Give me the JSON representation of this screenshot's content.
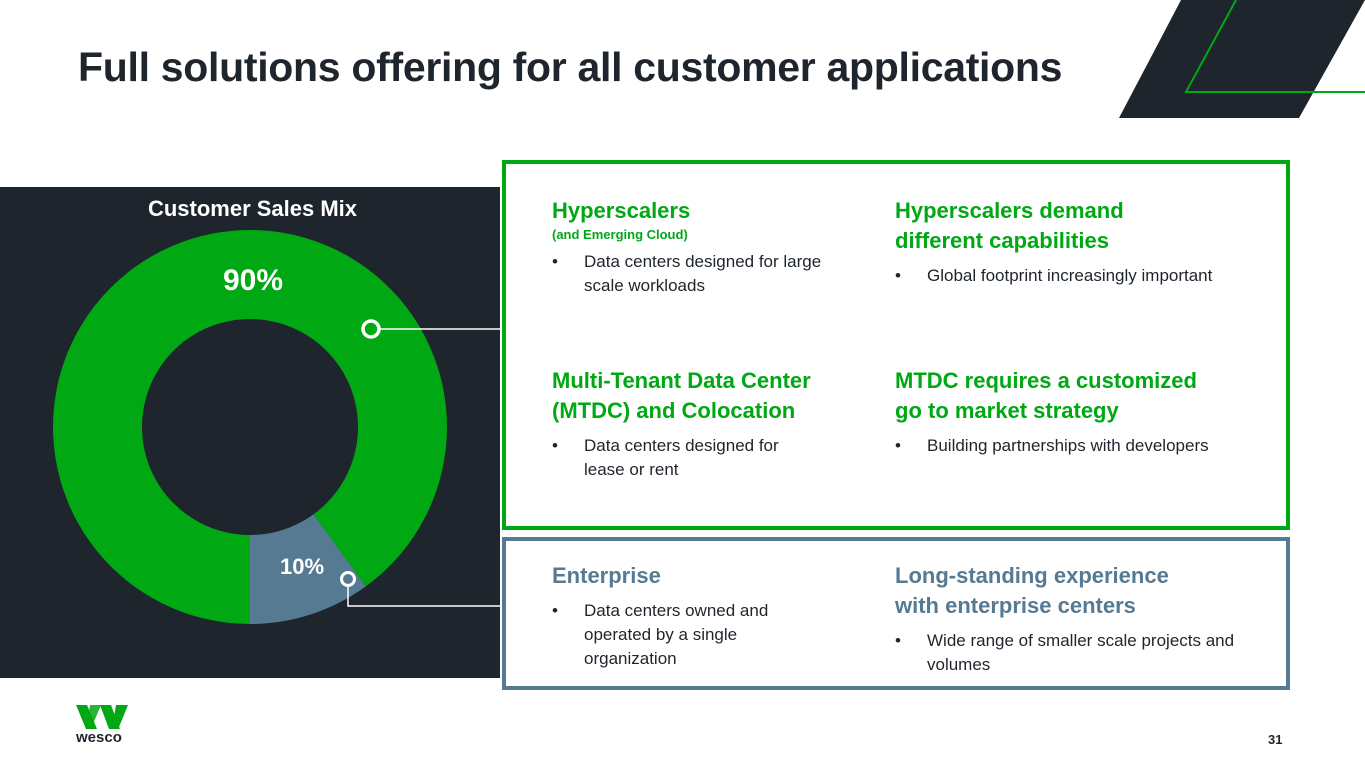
{
  "title": "Full solutions offering for all customer applications",
  "colors": {
    "green": "#00a814",
    "slate": "#557a92",
    "dark": "#1f252c"
  },
  "chart_data": {
    "type": "pie",
    "title": "Customer Sales Mix",
    "donut": true,
    "slices": [
      {
        "name": "Hyperscalers and MTDC",
        "value": 90,
        "label": "90%",
        "color": "#00a814"
      },
      {
        "name": "Enterprise",
        "value": 10,
        "label": "10%",
        "color": "#557a92"
      }
    ]
  },
  "green_box": {
    "cells": [
      {
        "heading": "Hyperscalers",
        "sub": "(and Emerging Cloud)",
        "bullets": [
          "Data centers designed for large scale workloads"
        ]
      },
      {
        "heading": "Hyperscalers demand different capabilities",
        "bullets": [
          "Global footprint increasingly important"
        ]
      },
      {
        "heading": "Multi-Tenant Data Center (MTDC) and Colocation",
        "bullets": [
          "Data centers designed for lease or rent"
        ]
      },
      {
        "heading": "MTDC requires a customized go to market strategy",
        "bullets": [
          "Building partnerships with developers"
        ]
      }
    ]
  },
  "blue_box": {
    "cells": [
      {
        "heading": "Enterprise",
        "bullets": [
          "Data centers owned and operated by a single organization"
        ]
      },
      {
        "heading": "Long-standing experience with enterprise centers",
        "bullets": [
          "Wide range of smaller scale projects and volumes"
        ]
      }
    ]
  },
  "logo_text": "wesco",
  "page_number": "31"
}
